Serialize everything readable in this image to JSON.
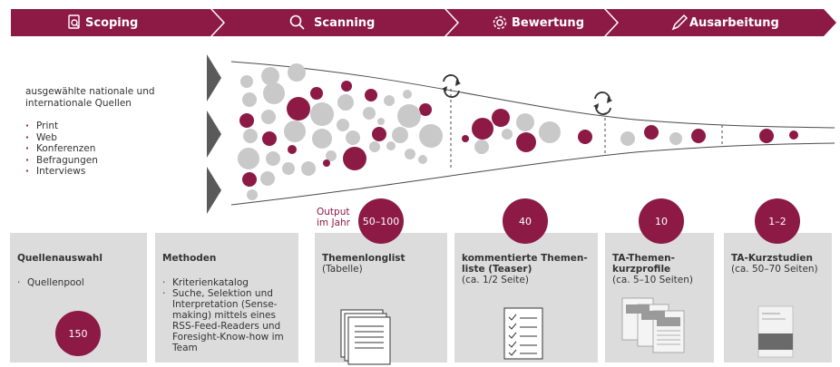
{
  "colors": {
    "accent": "#8c1a45",
    "gray_circle": "#c9c9c9",
    "box_bg": "#dcdcdc",
    "arrow": "#5a5a5a"
  },
  "stages": [
    {
      "label": "Scoping",
      "icon": "document-search-icon"
    },
    {
      "label": "Scanning",
      "icon": "magnifier-icon"
    },
    {
      "label": "Bewertung",
      "icon": "gear-icon"
    },
    {
      "label": "Ausarbeitung",
      "icon": "pencil-icon"
    }
  ],
  "sources": {
    "intro": "ausgewählte nationale und internationale Quellen",
    "items": [
      "Print",
      "Web",
      "Konferenzen",
      "Befragungen",
      "Interviews"
    ]
  },
  "output_label": "Output im Jahr",
  "boxes": [
    {
      "title": "Quellenauswahl",
      "subtitle": "",
      "items": [
        "Quellenpool"
      ],
      "badge": "150"
    },
    {
      "title": "Methoden",
      "subtitle": "",
      "items": [
        "Kriterienkatalog",
        "Suche, Selektion und Interpretation (Sense-making) mittels eines RSS-Feed-Readers und Foresight-Know-how im Team"
      ],
      "badge": ""
    },
    {
      "title": "Themenlonglist",
      "subtitle": "(Tabelle)",
      "items": [],
      "badge": "50–100",
      "icon": "document-lines-icon"
    },
    {
      "title": "kommentierte Themen-liste (Teaser)",
      "subtitle": "(ca. 1/2 Seite)",
      "items": [],
      "badge": "40",
      "icon": "checklist-icon"
    },
    {
      "title": "TA-Themen-kurzprofile",
      "subtitle": "(ca. 5–10 Seiten)",
      "items": [],
      "badge": "10",
      "icon": "document-stack-icon"
    },
    {
      "title": "TA-Kurzstudien",
      "subtitle": "(ca. 50–70 Seiten)",
      "items": [],
      "badge": "1–2",
      "icon": "report-cover-icon"
    }
  ]
}
